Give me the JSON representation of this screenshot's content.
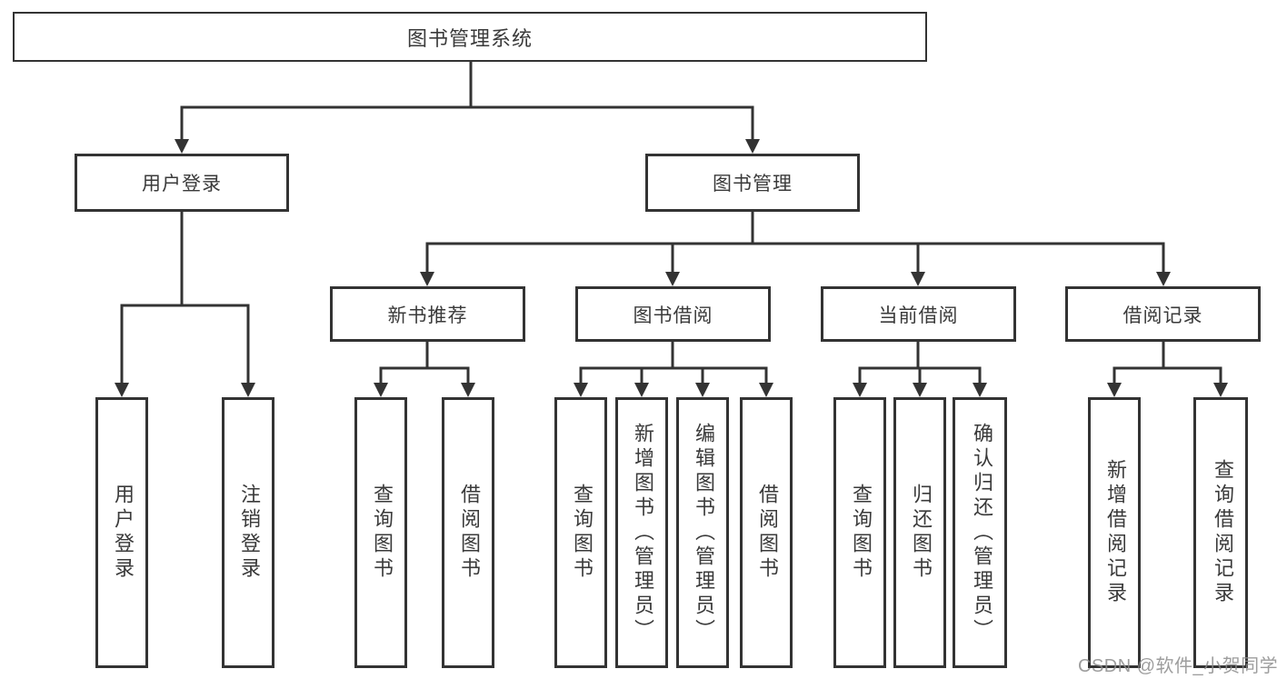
{
  "title": "图书管理系统",
  "watermark": "CSDN @软件_小贺同学",
  "nodes": {
    "user_login": {
      "label": "用户登录"
    },
    "book_mgmt": {
      "label": "图书管理"
    },
    "new_book_rec": {
      "label": "新书推荐"
    },
    "book_borrow": {
      "label": "图书借阅"
    },
    "current_borrow": {
      "label": "当前借阅"
    },
    "borrow_record": {
      "label": "借阅记录"
    }
  },
  "leaves": {
    "user_login": {
      "label": "用户登录"
    },
    "logout": {
      "label": "注销登录"
    },
    "nb_query_books": {
      "label": "查询图书"
    },
    "nb_borrow_books": {
      "label": "借阅图书"
    },
    "bw_query_books": {
      "label": "查询图书"
    },
    "bw_add_books": {
      "label": "新增图书（管理员）"
    },
    "bw_edit_books": {
      "label": "编辑图书（管理员）"
    },
    "bw_borrow_books": {
      "label": "借阅图书"
    },
    "cu_query_books": {
      "label": "查询图书"
    },
    "cu_return_books": {
      "label": "归还图书"
    },
    "cu_confirm_return": {
      "label": "确认归还（管理员）"
    },
    "rc_add_record": {
      "label": "新增借阅记录"
    },
    "rc_query_record": {
      "label": "查询借阅记录"
    }
  },
  "hierarchy": {
    "root": "图书管理系统",
    "edges": [
      [
        "图书管理系统",
        "用户登录"
      ],
      [
        "图书管理系统",
        "图书管理"
      ],
      [
        "用户登录",
        "用户登录"
      ],
      [
        "用户登录",
        "注销登录"
      ],
      [
        "图书管理",
        "新书推荐"
      ],
      [
        "图书管理",
        "图书借阅"
      ],
      [
        "图书管理",
        "当前借阅"
      ],
      [
        "图书管理",
        "借阅记录"
      ],
      [
        "新书推荐",
        "查询图书"
      ],
      [
        "新书推荐",
        "借阅图书"
      ],
      [
        "图书借阅",
        "查询图书"
      ],
      [
        "图书借阅",
        "新增图书（管理员）"
      ],
      [
        "图书借阅",
        "编辑图书（管理员）"
      ],
      [
        "图书借阅",
        "借阅图书"
      ],
      [
        "当前借阅",
        "查询图书"
      ],
      [
        "当前借阅",
        "归还图书"
      ],
      [
        "当前借阅",
        "确认归还（管理员）"
      ],
      [
        "借阅记录",
        "新增借阅记录"
      ],
      [
        "借阅记录",
        "查询借阅记录"
      ]
    ]
  },
  "colors": {
    "line": "#333333",
    "text": "#3a3a3a",
    "background": "#ffffff",
    "watermark": "#8c8c8c"
  }
}
